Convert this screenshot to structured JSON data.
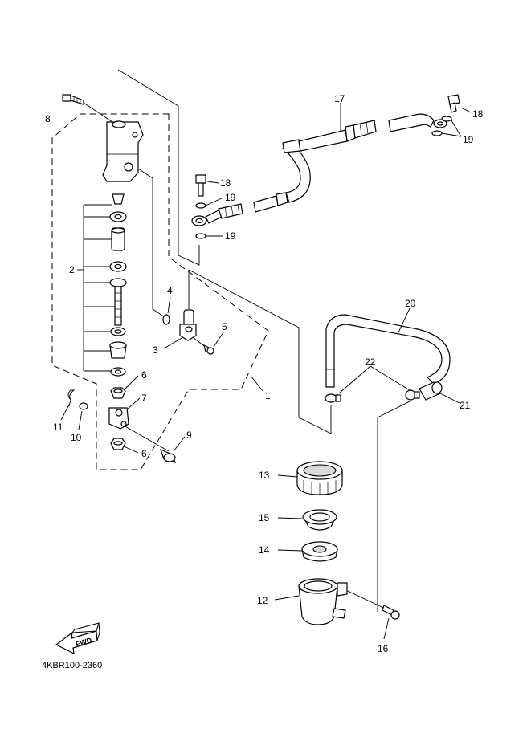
{
  "diagram": {
    "code": "4KBR100-2360",
    "fwd_label": "FWD",
    "callouts": [
      "1",
      "2",
      "3",
      "4",
      "5",
      "6",
      "6",
      "7",
      "8",
      "9",
      "10",
      "11",
      "12",
      "13",
      "14",
      "15",
      "16",
      "17",
      "18",
      "18",
      "19",
      "19",
      "19",
      "20",
      "21",
      "22"
    ]
  }
}
